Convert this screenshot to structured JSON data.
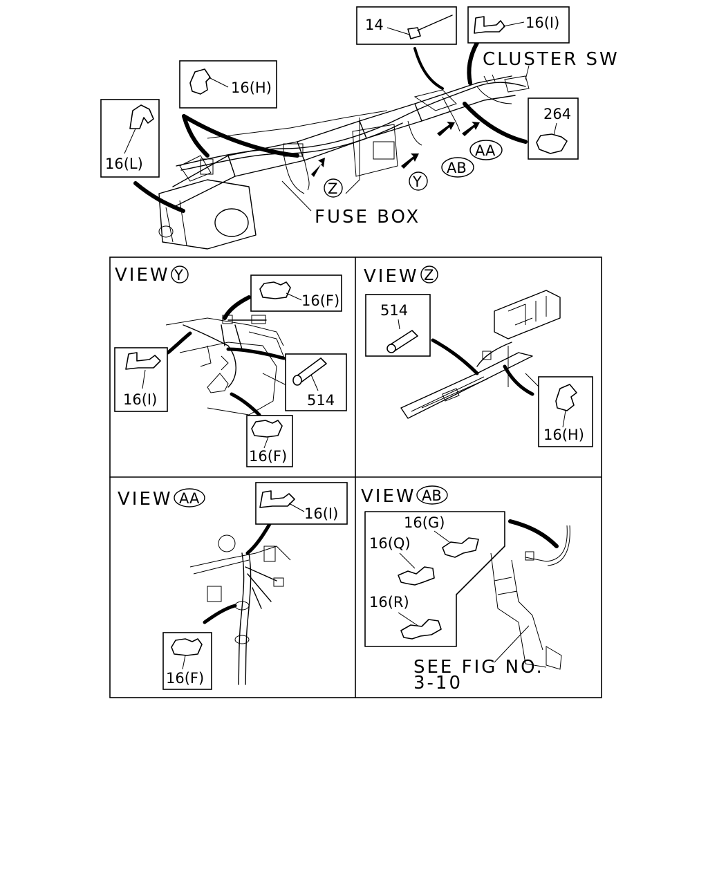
{
  "overview": {
    "cluster_sw": "CLUSTER SW",
    "fuse_box": "FUSE BOX",
    "marker_y": "Y",
    "marker_z": "Z",
    "marker_aa": "AA",
    "marker_ab": "AB",
    "callouts": {
      "p14": "14",
      "p16_i": "16(I)",
      "p16_h": "16(H)",
      "p16_l": "16(L)",
      "p264": "264"
    }
  },
  "views": {
    "y": {
      "title": "VIEW",
      "marker": "Y",
      "callouts": {
        "p16_f_top": "16(F)",
        "p16_i": "16(I)",
        "p514": "514",
        "p16_f_bottom": "16(F)"
      }
    },
    "z": {
      "title": "VIEW",
      "marker": "Z",
      "callouts": {
        "p514": "514",
        "p16_h": "16(H)"
      }
    },
    "aa": {
      "title": "VIEW",
      "marker": "AA",
      "callouts": {
        "p16_i": "16(I)",
        "p16_f": "16(F)"
      }
    },
    "ab": {
      "title": "VIEW",
      "marker": "AB",
      "callouts": {
        "p16_g": "16(G)",
        "p16_q": "16(Q)",
        "p16_r": "16(R)"
      },
      "see_fig_line1": "SEE FIG NO.",
      "see_fig_line2": "3-10"
    }
  }
}
